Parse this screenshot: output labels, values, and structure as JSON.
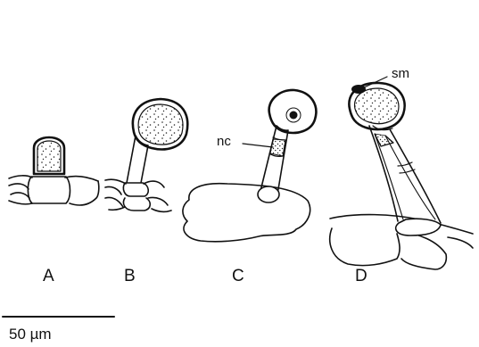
{
  "panels": [
    {
      "id": "A",
      "label": "A"
    },
    {
      "id": "B",
      "label": "B"
    },
    {
      "id": "C",
      "label": "C"
    },
    {
      "id": "D",
      "label": "D"
    }
  ],
  "annotations": {
    "nc": "nc",
    "sm": "sm"
  },
  "scale_bar": {
    "label": "50 µm"
  },
  "colors": {
    "ink": "#111111",
    "background": "#ffffff"
  }
}
